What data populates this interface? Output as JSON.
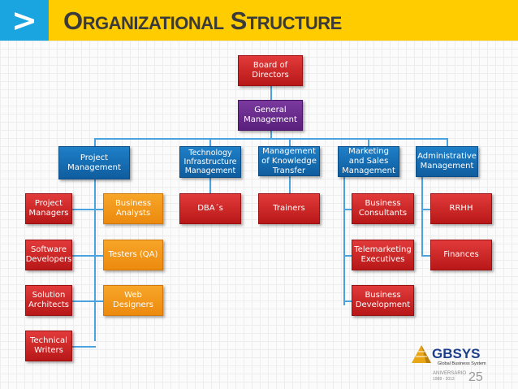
{
  "header": {
    "icon_glyph": ">",
    "title": "Organizational Structure"
  },
  "colors": {
    "header_bg": "#ffcc00",
    "arrow_bg": "#1aa5e0",
    "red": "#c82020",
    "purple": "#6a2a8e",
    "blue": "#1474bb",
    "orange": "#f29a1a",
    "connector": "#4aa3df"
  },
  "chart": {
    "board": "Board of Directors",
    "general": "General Management",
    "departments": {
      "project": "Project Management",
      "tech": "Technology Infrastructure Management",
      "knowledge": "Management of Knowledge Transfer",
      "marketing": "Marketing and Sales Management",
      "admin": "Administrative Management"
    },
    "project_left": [
      "Project Managers",
      "Software Developers",
      "Solution Architects",
      "Technical Writers"
    ],
    "project_right": [
      "Business Analysts",
      "Testers (QA)",
      "Web Designers"
    ],
    "tech_roles": [
      "DBA´s"
    ],
    "knowledge_roles": [
      "Trainers"
    ],
    "marketing_roles": [
      "Business Consultants",
      "Telemarketing Executives",
      "Business Development"
    ],
    "admin_roles": [
      "RRHH",
      "Finances"
    ]
  },
  "logo": {
    "brand": "GBSYS",
    "tagline": "Global Business System",
    "anniversary": "ANIVERSARIO",
    "years_range": "1988 - 2013",
    "years": "25"
  }
}
